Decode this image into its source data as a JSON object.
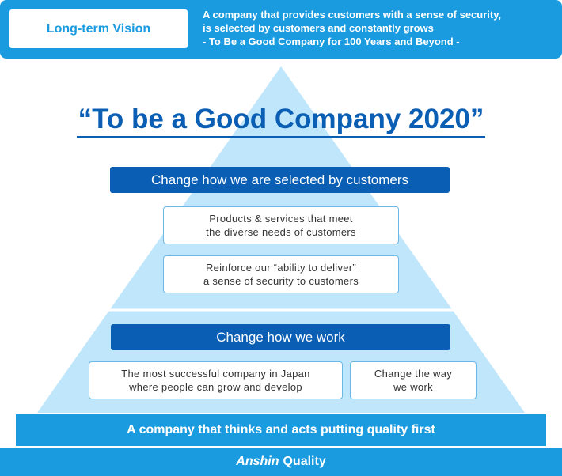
{
  "banner": {
    "label": "Long-term Vision",
    "lines": [
      "A company that provides customers with a sense of security,",
      "is selected by customers and constantly grows",
      "- To Be a Good Company for 100 Years and Beyond -"
    ]
  },
  "title": "“To be a Good Company 2020”",
  "upper": {
    "heading": "Change how we are selected by customers",
    "items": [
      {
        "line1": "Products & services that meet",
        "line2": "the diverse needs of customers"
      },
      {
        "line1": "Reinforce our “ability to deliver”",
        "line2": "a sense of security to customers"
      }
    ]
  },
  "lower": {
    "heading": "Change how we work",
    "items": [
      {
        "line1": "The most successful company in Japan",
        "line2": "where people can grow and develop"
      },
      {
        "line1": "Change the way",
        "line2": "we work"
      }
    ]
  },
  "base": "A company that thinks and acts putting quality first",
  "footer": {
    "emphasis": "Anshin",
    "text": "Quality"
  },
  "colors": {
    "banner": "#1a9be0",
    "dark": "#0a5fb4",
    "pyramid": "#bfe6fb"
  }
}
